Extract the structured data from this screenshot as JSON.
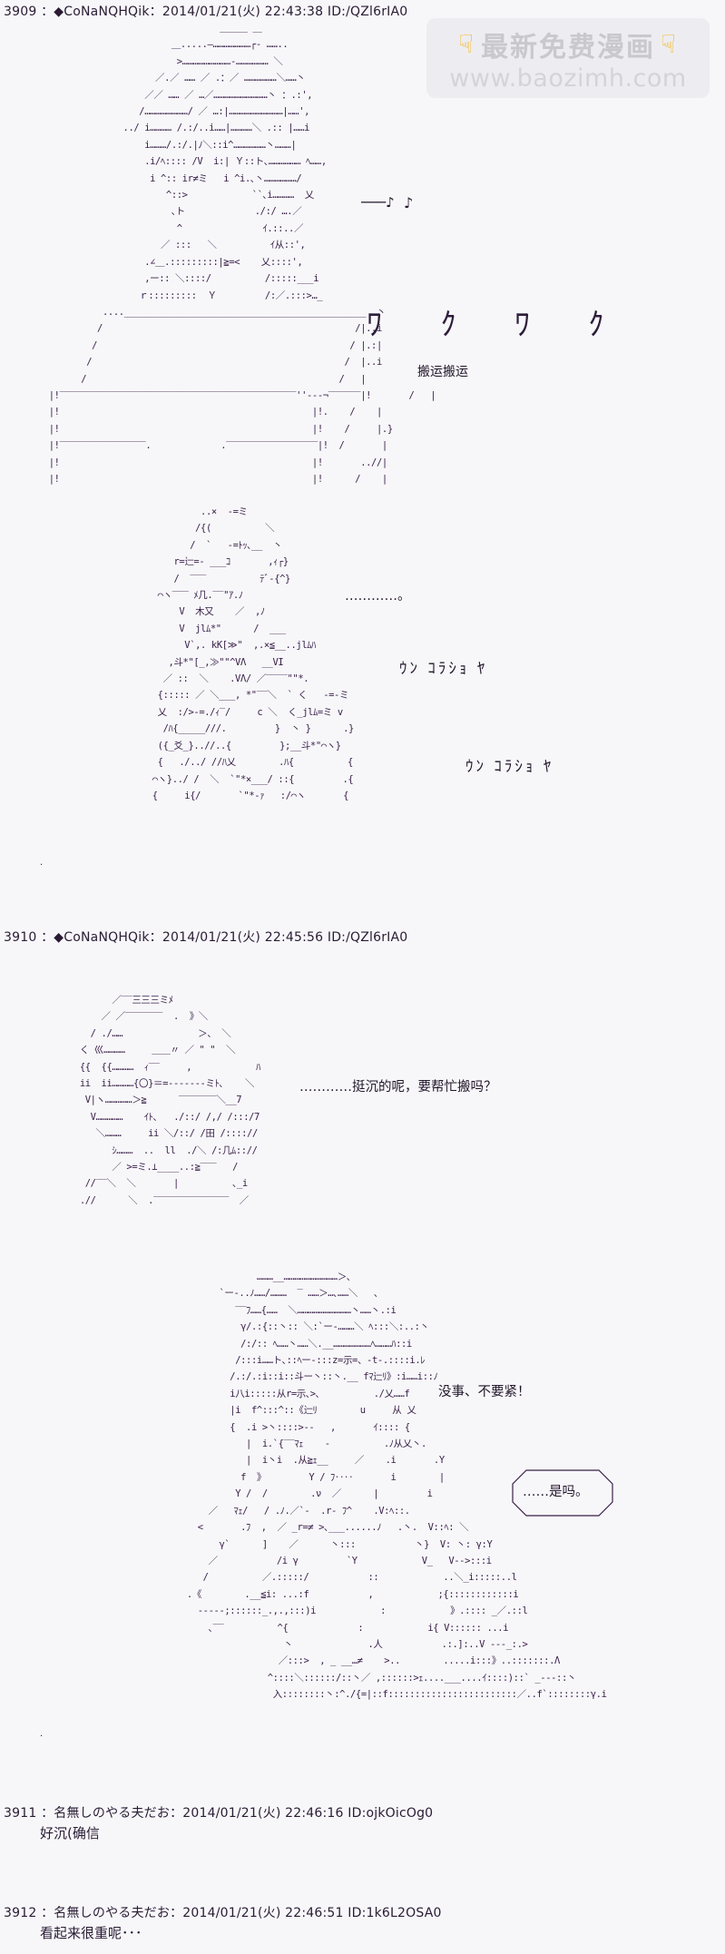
{
  "watermark": {
    "hand_icon": "pointing-hand-emoji",
    "title": "最新免费漫画",
    "url": "www.baozimh.com"
  },
  "posts": [
    {
      "number": "3909",
      "separator": "：",
      "name": "◆CoNaNQHQik",
      "date": "2014/01/21(火) 22:43:38",
      "id": "ID:/QZl6rIA0",
      "header": "3909 ：◆CoNaNQHQik：2014/01/21(火) 22:43:38 ID:/QZl6rIA0",
      "dialogue": {
        "hum": "───♪",
        "sfx_top": "ﾜ   ｸ   ﾜ   ｸ",
        "caption": "搬运搬运",
        "ellipsis": "…………。",
        "sfx_grunt": "ｳﾝ  ｺﾗｼｮ  ﾔ"
      }
    },
    {
      "number": "3910",
      "separator": "：",
      "name": "◆CoNaNQHQik",
      "date": "2014/01/21(火) 22:45:56",
      "id": "ID:/QZl6rIA0",
      "header": "3910 ：◆CoNaNQHQik：2014/01/21(火) 22:45:56 ID:/QZl6rIA0",
      "dialogue": {
        "offer": "…………挺沉的呢，要帮忙搬吗？",
        "refuse": "没事、不要紧！",
        "reply_bubble": "……是吗。"
      }
    },
    {
      "number": "3911",
      "separator": "：",
      "name": "名無しのやる夫だお",
      "date": "2014/01/21(火) 22:46:16",
      "id": "ID:ojkOicOg0",
      "header": "3911 ：名無しのやる夫だお：2014/01/21(火) 22:46:16 ID:ojkOicOg0",
      "body": "好沉(确信"
    },
    {
      "number": "3912",
      "separator": "：",
      "name": "名無しのやる夫だお",
      "date": "2014/01/21(火) 22:46:51",
      "id": "ID:1k6L2OSA0",
      "header": "3912 ：名無しのやる夫だお：2014/01/21(火) 22:46:51 ID:1k6L2OSA0",
      "body": "看起来很重呢･･･"
    }
  ],
  "ascii_art": {
    "girl_with_desk": "                        ＿＿＿ ＿\n               ＿.....―…………………┌‐ ……..\n                >………………………‐……………… ＼\n            ／.／ …… ／ .：／ ………………＼……丶\n          ／／ …… ／ …／…………………………丶 ：.:',\n         /……………………/ ／ …:|…………………………|……',\n      ../ i………… /.:/..i……|…………＼ .:: |……i\n          i………/.:/.|ﾉ＼::i^………………丶………|\n          .i/ﾍ:::: /V  i:| Ｙ::ト､……………… ﾍ……,\n           i ^:: ir≠ミ   i ^i.､丶………………/\n              ^::>            ``､i…………  乂\n               ､ト             ./:/ ….／\n                ^               ｲ.::..／\n             ／ :::   ＼          ｲ从::',\n          .∠＿.:::::::::|≧=<    乂::::',\n          ,ー:: ＼::::/          /:::::___i\n         ｒ:::::::::  Ｙ         /:／.:::>…_",
    "desk": "             ...._____________________________________________  丶\n            /                                               /|..i\n           /                                               / |.:|\n          /                                               /  |..i\n         /                                               /   |\n   |!‾‾‾‾‾‾‾‾‾‾‾‾‾‾‾‾‾‾‾‾‾‾‾‾‾‾‾‾‾‾‾‾‾‾‾‾‾‾‾‾‾‾‾‾''‐-‐¬‾‾‾‾‾‾|!       /   |\n   |!                                               |!.    /    |\n   |!                                               |!    /     |.}\n   |!‾‾‾‾‾‾‾‾‾‾‾‾‾‾‾‾.             .‾‾‾‾‾‾‾‾‾‾‾‾‾‾‾‾‾|!  /       |\n   |!                                               |!       ..//|\n   |!                                               |!      /    |",
    "shy_girl": "            ..×  ‐=ミ\n           /{(          ＼\n          /  `   ‐=ﾄｯ､__  丶\n       r=辷=‐ ___ｺ       ,ｨ┌}\n       /  ‾‾‾          ﾃﾞ‐{^}\n    ⌒ヽ‾‾‾ ﾒ几.‾‾\"ｱ.ﾉ\n        V  木又    ／  ,ﾉ\n        V  jlﾑ*\"      /  ___\n         V`,. kK[≫\"  ,.×≦__..jlﾑﾊ\n      ,斗*\"[_,≫\"\"^VΛ   __VI\n     ／ ::  ＼    .VΛ/ ／‾‾‾‾\"\"*.\n    {::::: ／ ＼___, *\"‾‾＼  ` く   ‐=‐ミ\n    乂  :/>‐=./ｨ‾/     c ＼  く_jlﾑ=ミ v\n     /ﾊ{_____///.         }  丶 }      .}\n    ({_爻_}..//..{         };__斗*\"⌒ヽ}\n    {   ./../ //ﾊ乂        .ﾊ{          {\n   ⌒ヽ}../ /  ＼  `\"*×___/ ::{         .{\n   {     i{/       `\"*‐ｧ   :/⌒ヽ       {",
    "helmet_girl": "        ／‾‾三三三ミﾒ\n      ／ ／‾‾‾‾‾‾‾  .  》＼\n    / ./……              ＞、 ＼\n  く 巛…………     ＿＿〃 ／ \" \"  ＼\n  {{  {{…………  ｨ‾‾     ,            ﾊ\n  ii  ii…………{〇}＝=‐‐‐‐‐‐‐ミﾄ､    ＼\n   V|ヽ……………＞≧      ‾‾‾‾‾‾‾＼__7\n    V……………    ｲﾄ､   ./::/ /,/ /:::/7\n     ＼………     ii ＼/::/ /田 /:::://\n        ｼ………  ..  ll  ./＼ /:几ﾑ:://\n        ／ >=ミ.⊥____..:≧‾‾‾   /\n   //‾‾＼  ＼       |          ､_i\n  .//      ＼  .‾‾‾‾‾‾‾‾‾‾‾‾‾‾  ／",
    "big_girl": "              ………__…………………………＞､\n       `ー‐..ﾉ……/………  ‾ ……＞…､……＼   、\n          ‾‾ﾌ……{……  ＼…………………………丶……丶.:i\n           γ/.:{::丶:: ＼:`ー‐………＼ ﾍ:::＼:..:丶\n           /:/:: ﾍ……丶……＼.__…………………ﾍ………ﾊ::i\n          /:::i……ト､::ﾍー‐:::z=示=、‐t‐.::::i.ﾚ\n         /.:/.:i::i::斗ー丶::丶.__ fﾏ辷ﾘ》:i……i::ﾉ\n         i八i:::::从r=示､>､          ./乂……f\n         |i  f^:::^::《辷ﾘ        u     从 乂\n         {  .i >丶::::>‐‐   ,       ｲ:::: {\n            |  i.`{‾‾ﾏｪ    ‐          .ﾉ从乂丶.\n            |  i丶i  .从≧ｪ__     ／    .i       .Y\n           f  》        Y / ﾌ‥‥       i        |\n          Y /  /        .ν  ／      |         i\n     ／   ﾏｪ/   / .ﾉ.／`‐  .r‐ ﾌ^    .V:ﾍ::.\n   <       .ﾌ  ,  ／ _r=≠ >､___......ﾉ   .丶.  V::ﾍ: ＼\n       γ`      ]    ／      丶:::           丶}  V: 丶: γ:Y\n     ／           /i γ         `Y            V_   V‐‐>:::i\n    /          ／.:::::/           ::            ..＼_i:::::..l\n .《        .__≦i: ...:f           ,            ;{::::::::::::i\n   ‐‐‐‐-;::::::_.,.,:::)i            :            》.:::: _／.::l\n     ､‾‾          ^{             :            i{ V:::::: ...i\n                   丶              .人           .:.]:..V ‐‐‐_:.>\n                  ／:::>  , _ __…≠    >..        .....i:::》..:::::::.Λ\n                ^::::＼::::::/::丶／ ,::::::>ｪ....___....ｲ::::)::` _‐‐‐::丶\n                 入::::::::丶:^./{=|::f::::::::::::::::::::::::／..f`::::::::γ.i"
  }
}
